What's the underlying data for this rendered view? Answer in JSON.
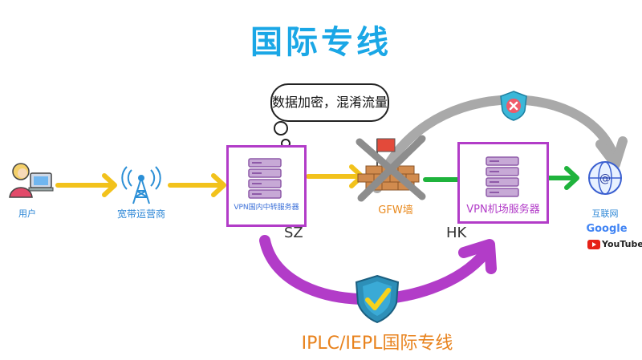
{
  "title": "国际专线",
  "bubble": "数据加密，混淆流量",
  "labels": {
    "user": "用户",
    "isp": "宽带运营商",
    "domestic_server": "VPN国内中转服务器",
    "gfw": "GFW墙",
    "hk_server": "VPN机场服务器",
    "internet": "互联网",
    "sz": "SZ",
    "hk": "HK",
    "line": "IPLC/IEPL国际专线"
  },
  "brands": {
    "google": "Google",
    "youtube": "YouTube"
  },
  "colors": {
    "title": "#1aa7e6",
    "box": "#b23cc8",
    "yellow_arrow": "#f2c21c",
    "green_arrow": "#1fb33c",
    "gray_arrow": "#a9a9a9",
    "purple_arc": "#b23cc8",
    "orange_text": "#e8821c"
  },
  "icons": [
    "user-icon",
    "antenna-icon",
    "server-icon",
    "flag-icon",
    "brick-wall-icon",
    "blocked-x-icon",
    "shield-check-icon",
    "globe-icon",
    "youtube-icon"
  ]
}
